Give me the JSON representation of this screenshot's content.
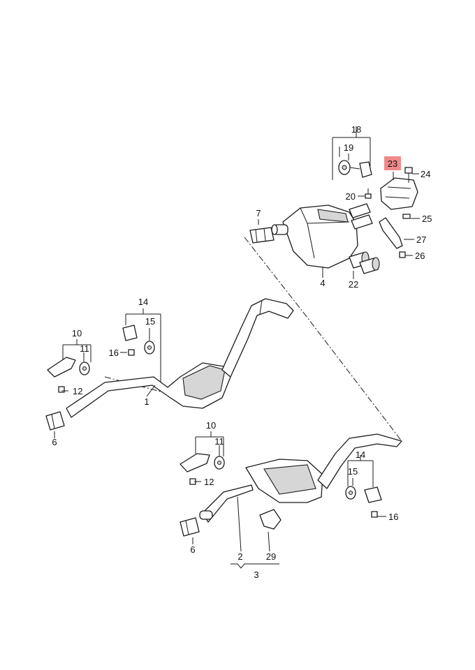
{
  "highlight_color": "#f08a8a",
  "callouts": {
    "c1": "1",
    "c2": "2",
    "c3": "3",
    "c4": "4",
    "c6a": "6",
    "c6b": "6",
    "c7": "7",
    "c10a": "10",
    "c10b": "10",
    "c11a": "11",
    "c11b": "11",
    "c12a": "12",
    "c12b": "12",
    "c14a": "14",
    "c14b": "14",
    "c15a": "15",
    "c15b": "15",
    "c16a": "16",
    "c16b": "16",
    "c18": "18",
    "c19": "19",
    "c20": "20",
    "c22": "22",
    "c23": "23",
    "c24": "24",
    "c25": "25",
    "c26": "26",
    "c27": "27",
    "c29": "29"
  }
}
